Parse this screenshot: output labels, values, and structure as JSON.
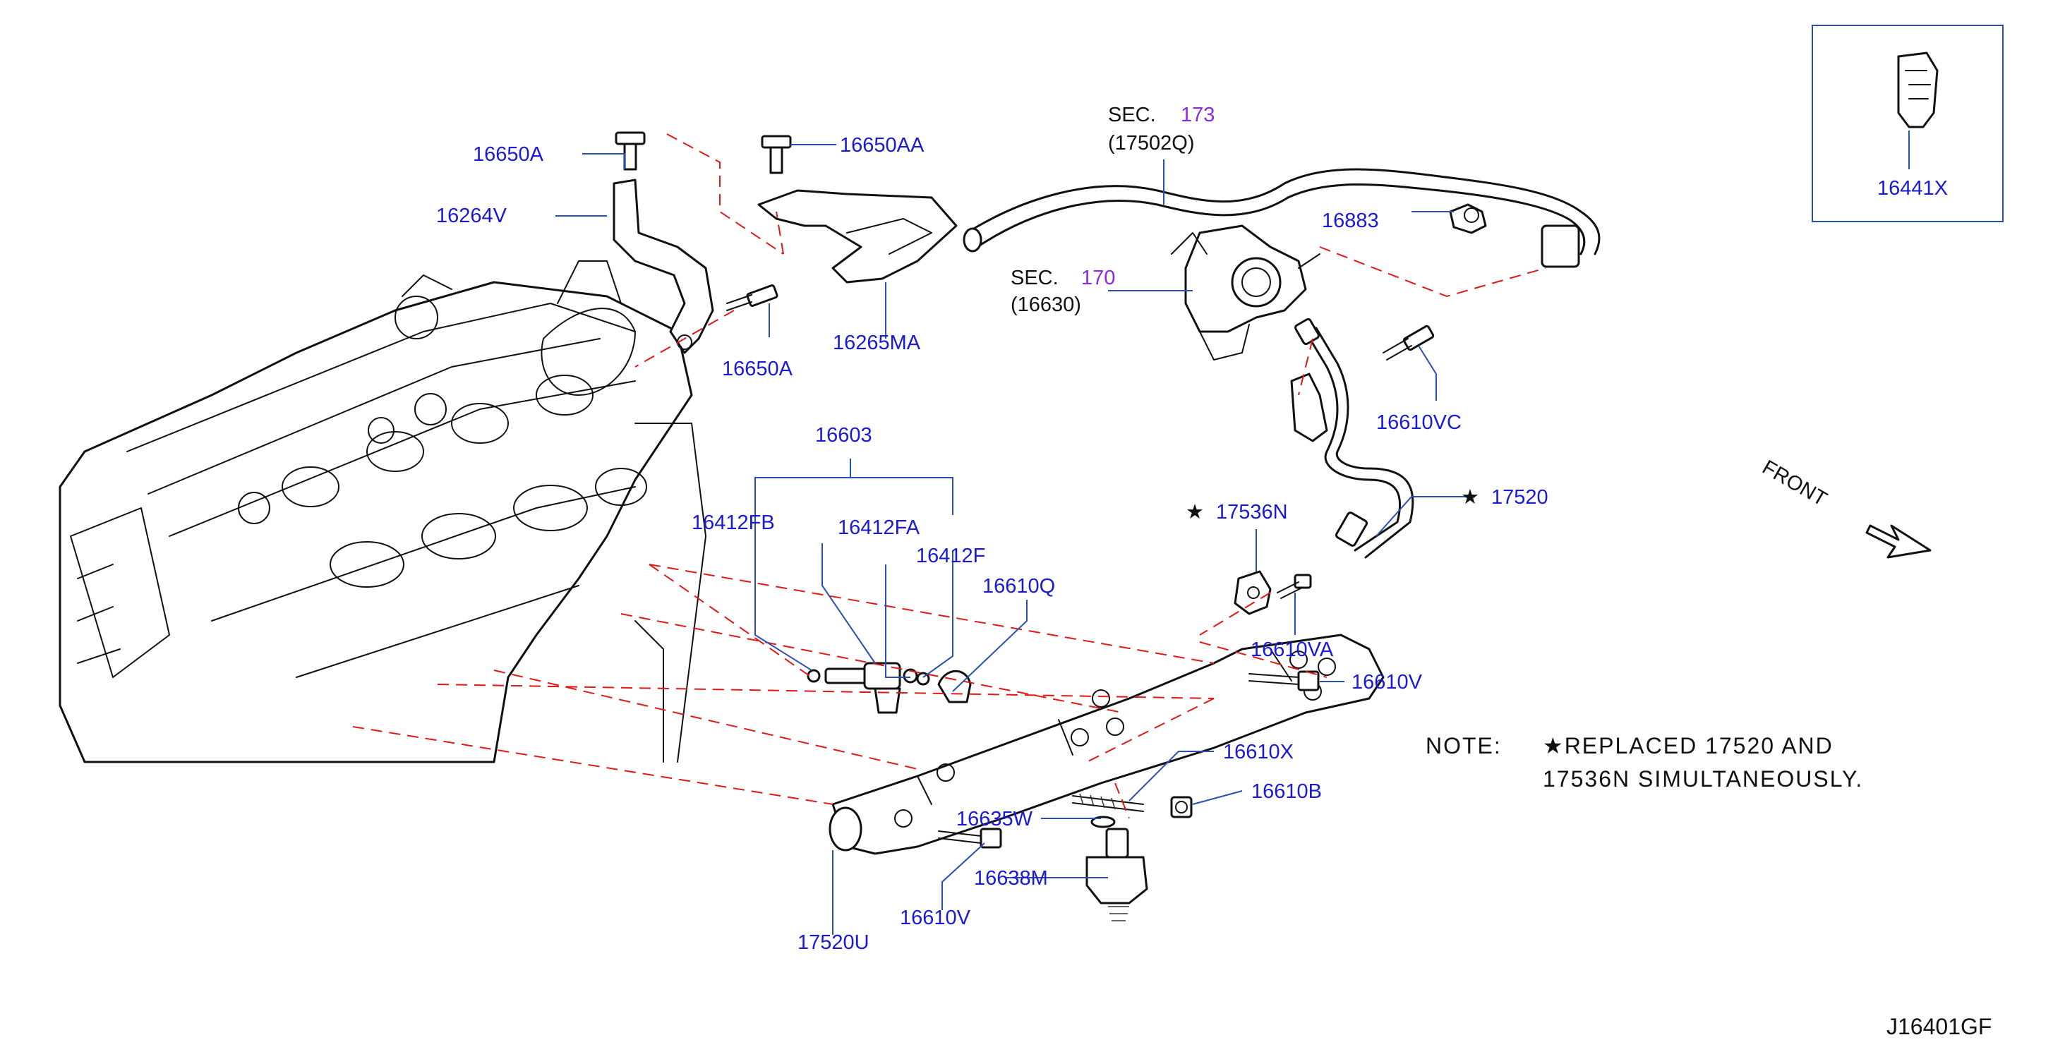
{
  "labels": {
    "p16650A_top": "16650A",
    "p16650AA": "16650AA",
    "p16264V": "16264V",
    "p16650A_mid": "16650A",
    "p16265MA": "16265MA",
    "sec173": "SEC.",
    "sec173_num": "173",
    "p17502Q": "(17502Q)",
    "p16883": "16883",
    "sec170": "SEC.",
    "sec170_num": "170",
    "p16630": "(16630)",
    "p16610VC": "16610VC",
    "p16603": "16603",
    "p16412FB": "16412FB",
    "p16412FA": "16412FA",
    "p16412F": "16412F",
    "p16610Q": "16610Q",
    "p17536N": "17536N",
    "star_17536N": "★",
    "p17520": "17520",
    "star_17520": "★",
    "p16610VA": "16610VA",
    "p16610V_right": "16610V",
    "p16610X": "16610X",
    "p16610B": "16610B",
    "p16635W": "16635W",
    "p16638M": "16638M",
    "p16610V_bottom": "16610V",
    "p17520U": "17520U",
    "p16441X": "16441X"
  },
  "front": "FRONT",
  "note": {
    "title": "NOTE:",
    "line1": "★REPLACED 17520 AND",
    "line2": "17536N SIMULTANEOUSLY."
  },
  "diagram_id": "J16401GF",
  "colors": {
    "label": "#1a1ad6",
    "section_ref": "#8a2be2",
    "phantom_line": "#e01818",
    "leader": "#2a4fb0"
  }
}
